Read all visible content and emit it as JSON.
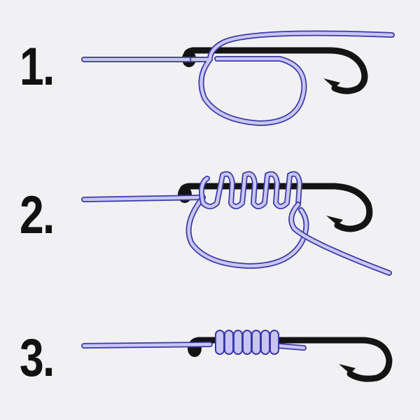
{
  "steps": [
    {
      "number": "1."
    },
    {
      "number": "2."
    },
    {
      "number": "3."
    }
  ],
  "colors": {
    "background": "#f1f1f3",
    "line_fill": "#c9c6f3",
    "line_outline": "#3b3aa8",
    "hook": "#141414",
    "number": "#111111"
  },
  "icons": {
    "hook": "fish-hook-icon",
    "line": "fishing-line"
  }
}
